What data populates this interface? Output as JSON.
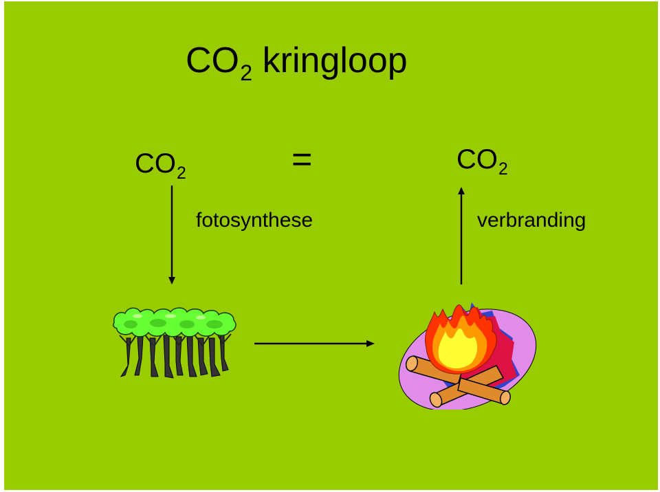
{
  "colors": {
    "background": "#99cc00",
    "text": "#000000",
    "tree_leaves": "#66ff33",
    "tree_trunk": "#333333",
    "fire_halo": "#e08ce8",
    "fire_outer": "#ff3300",
    "fire_inner": "#ffff33",
    "log": "#e08a2e"
  },
  "title": {
    "main": "CO",
    "sub": "2",
    "rest": " kringloop"
  },
  "equation": {
    "left_main": "CO",
    "left_sub": "2",
    "operator": "=",
    "right_main": "CO",
    "right_sub": "2"
  },
  "processes": {
    "left": "fotosynthese",
    "right": "verbranding"
  },
  "icons": {
    "forest": "forest-icon",
    "campfire": "campfire-icon"
  }
}
